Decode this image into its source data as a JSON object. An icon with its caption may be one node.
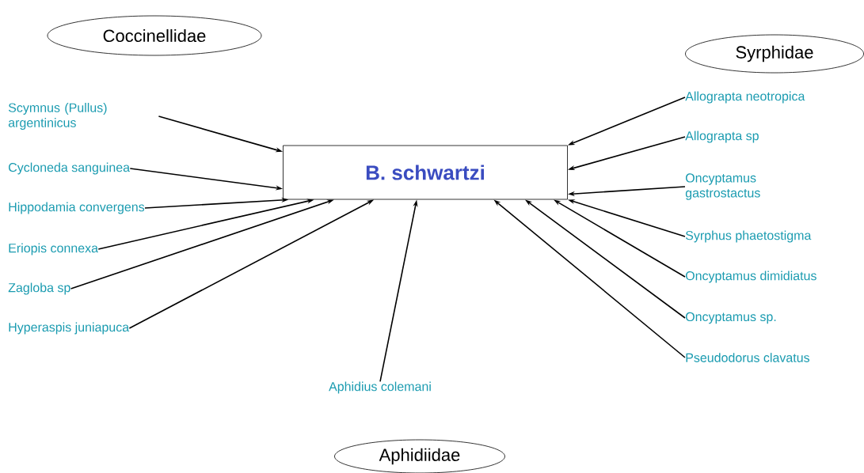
{
  "diagram": {
    "nodes": [
      {
        "text": [
          "Coccinellidae"
        ]
      },
      {
        "text": [
          "Syrphidae"
        ]
      },
      {
        "text": [
          "B. schwartzi"
        ]
      },
      {
        "text": [
          "Scymnus (Pullus) argentinicus"
        ]
      },
      {
        "text": [
          "Cycloneda sanguinea"
        ]
      },
      {
        "text": [
          "Hippodamia convergens"
        ]
      },
      {
        "text": [
          "Eriopis connexa"
        ]
      },
      {
        "text": [
          "Zagloba sp"
        ]
      },
      {
        "text": [
          "Hyperaspis juniapuca"
        ]
      },
      {
        "text": [
          "Allograpta neotropica"
        ]
      },
      {
        "text": [
          "Allograpta sp"
        ]
      },
      {
        "text": [
          "Oncyptamus gastrostactus"
        ]
      },
      {
        "text": [
          "Syrphus phaetostigma"
        ]
      },
      {
        "text": [
          "Oncyptamus dimidiatus"
        ]
      },
      {
        "text": [
          "Oncyptamus  sp."
        ]
      },
      {
        "text": [
          "Pseudodorus clavatus"
        ]
      },
      {
        "text": [
          "Aphidius colemani"
        ]
      },
      {
        "text": [
          "Aphidiidae"
        ]
      }
    ],
    "edges": [
      {
        "from": 3,
        "to": 2,
        "arrow": "to"
      },
      {
        "from": 4,
        "to": 2,
        "arrow": "to"
      },
      {
        "from": 5,
        "to": 2,
        "arrow": "to"
      },
      {
        "from": 6,
        "to": 2,
        "arrow": "to"
      },
      {
        "from": 7,
        "to": 2,
        "arrow": "to"
      },
      {
        "from": 8,
        "to": 2,
        "arrow": "to"
      },
      {
        "from": 9,
        "to": 2,
        "arrow": "to"
      },
      {
        "from": 10,
        "to": 2,
        "arrow": "to"
      },
      {
        "from": 11,
        "to": 2,
        "arrow": "to"
      },
      {
        "from": 12,
        "to": 2,
        "arrow": "to"
      },
      {
        "from": 13,
        "to": 2,
        "arrow": "to"
      },
      {
        "from": 14,
        "to": 2,
        "arrow": "to"
      },
      {
        "from": 15,
        "to": 2,
        "arrow": "to"
      },
      {
        "from": 16,
        "to": 2,
        "arrow": "to"
      }
    ]
  }
}
